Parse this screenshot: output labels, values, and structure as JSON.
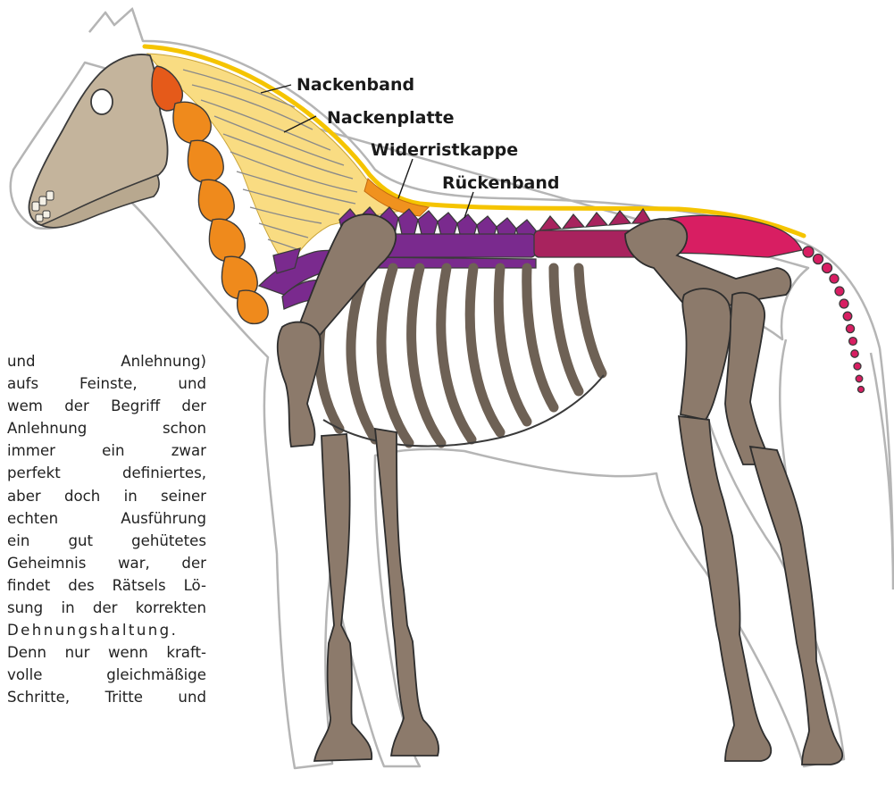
{
  "labels": {
    "nackenband": "Nackenband",
    "nackenplatte": "Nackenplatte",
    "widerristkappe": "Widerristkappe",
    "rueckenband": "Rückenband"
  },
  "body_text": {
    "lines": [
      "und Anlehnung)",
      "aufs Feinste, und",
      "wem der Begriff der",
      "Anlehnung schon",
      "immer ein zwar",
      "perfekt definiertes,",
      "aber doch in seiner",
      "echten Ausführung",
      "ein gut gehütetes",
      "Geheimnis war, der",
      "findet des Rätsels Lö-",
      "sung in der korrekten",
      "Dehnungshaltung.",
      "Denn nur wenn kraft-",
      "volle gleichmäßige",
      "Schritte, Tritte und"
    ]
  },
  "colors": {
    "bone": "#8c7a6b",
    "skull": "#c4b49c",
    "ligament_band": "#f5c400",
    "nackenplatte_fill": "#f9dc82",
    "cervical_atlas": "#e55a1a",
    "cervical": "#ef8a1c",
    "thoracic": "#7a2a8e",
    "lumbar": "#a8235e",
    "sacral_tail": "#d81e62",
    "outline": "#b5b5b5"
  }
}
